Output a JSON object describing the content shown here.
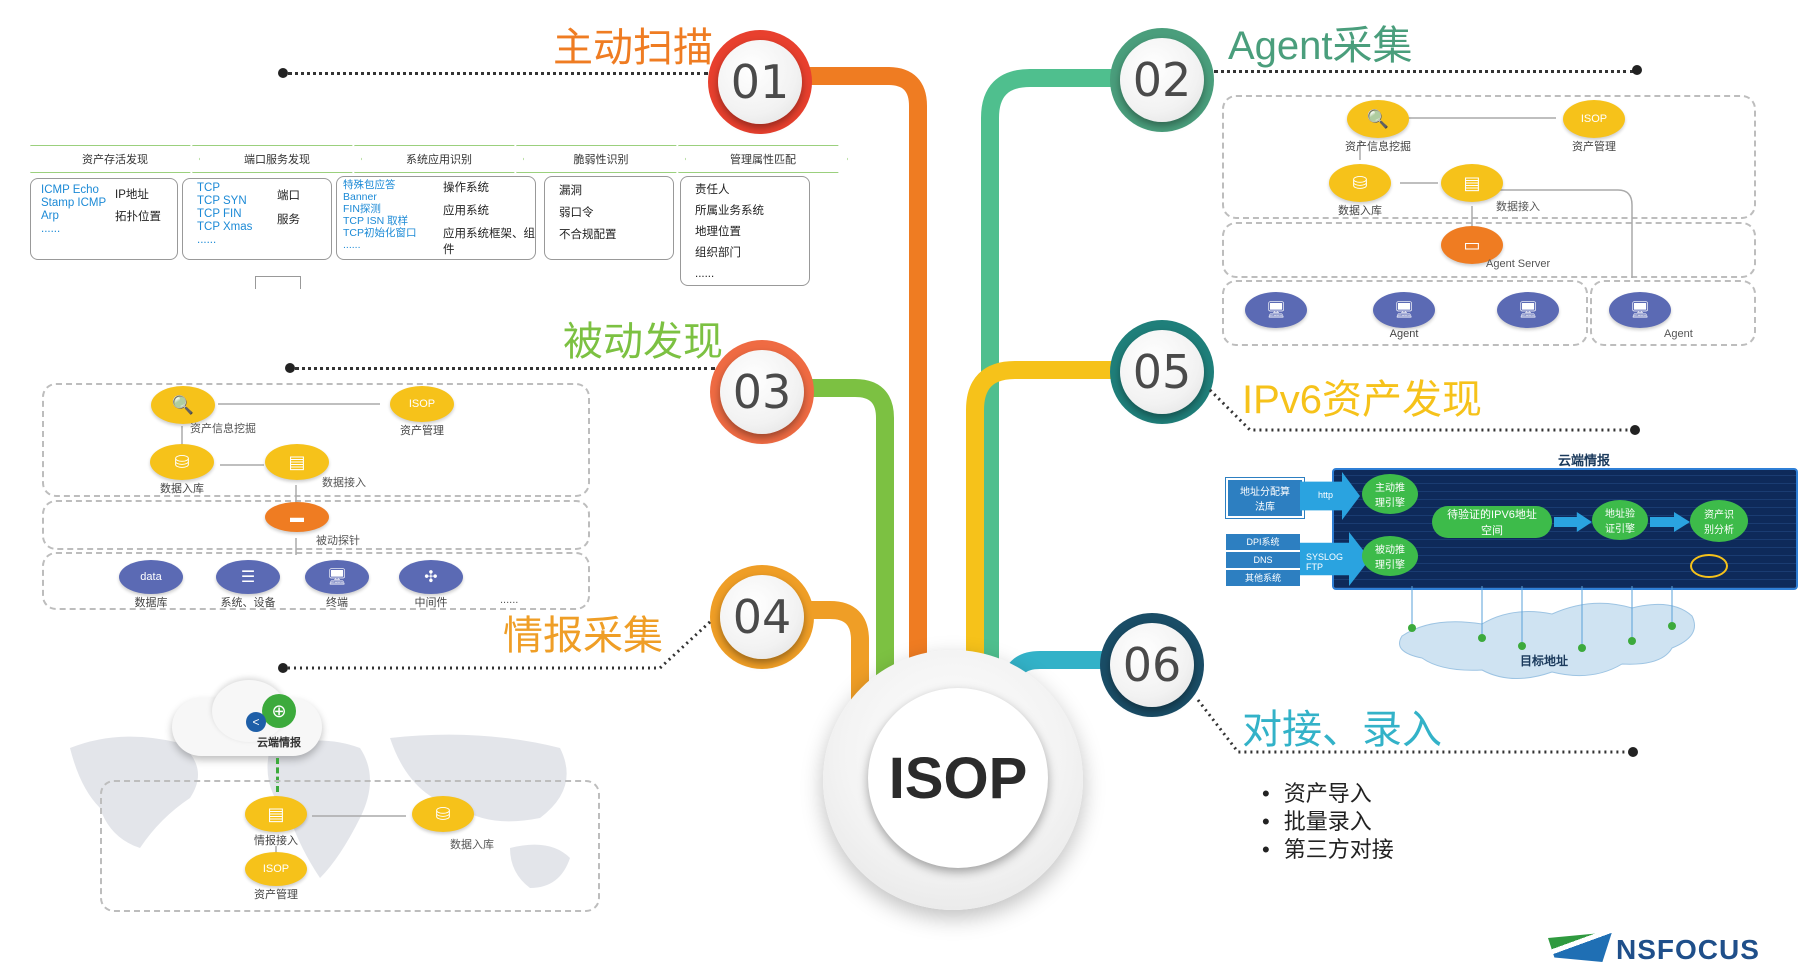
{
  "center": {
    "label": "ISOP"
  },
  "sections": [
    {
      "num": "01",
      "title": "主动扫描",
      "color": "#e8402e",
      "line_color": "#ef7c22"
    },
    {
      "num": "02",
      "title": "Agent采集",
      "color": "#4a9e7c",
      "line_color": "#4fbf8e"
    },
    {
      "num": "03",
      "title": "被动发现",
      "color": "#ef6b43",
      "line_color": "#7cc142"
    },
    {
      "num": "04",
      "title": "情报采集",
      "color": "#ef9e26",
      "line_color": "#ef9e26"
    },
    {
      "num": "05",
      "title": "IPv6资产发现",
      "color": "#1f7f7a",
      "line_color": "#f6c21a"
    },
    {
      "num": "06",
      "title": "对接、录入",
      "color": "#1a4d66",
      "line_color": "#33b2c8"
    }
  ],
  "scan": {
    "steps": [
      "资产存活发现",
      "端口服务发现",
      "系统应用识别",
      "脆弱性识别",
      "管理属性匹配"
    ],
    "cards": [
      {
        "left": [
          "ICMP Echo",
          "Stamp ICMP",
          "Arp",
          "......"
        ],
        "right": [
          "IP地址",
          "拓扑位置"
        ]
      },
      {
        "left": [
          "TCP",
          "TCP SYN",
          "TCP FIN",
          "TCP Xmas",
          "......"
        ],
        "right": [
          "端口",
          "服务"
        ]
      },
      {
        "left": [
          "特殊包应答",
          "Banner",
          "FIN探测",
          "TCP ISN 取样",
          "TCP初始化窗口",
          "......"
        ],
        "right": [
          "操作系统",
          "应用系统",
          "应用系统框架、组件"
        ]
      },
      {
        "right": [
          "漏洞",
          "弱口令",
          "不合规配置"
        ]
      },
      {
        "right": [
          "责任人",
          "所属业务系统",
          "地理位置",
          "组织部门",
          "......"
        ]
      }
    ]
  },
  "agent": {
    "asset_mining": "资产信息挖掘",
    "asset_mgmt": "资产管理",
    "db_in": "数据入库",
    "data_in": "数据接入",
    "server": "Agent Server",
    "agent": "Agent",
    "isop": "ISOP"
  },
  "passive": {
    "asset_mining": "资产信息挖掘",
    "asset_mgmt": "资产管理",
    "db_in": "数据入库",
    "data_in": "数据接入",
    "probe": "被动探针",
    "devices": [
      "数据库",
      "系统、设备",
      "终端",
      "中间件"
    ],
    "more": "......",
    "isop": "ISOP",
    "db_icon_text": "data"
  },
  "intel": {
    "cloud": "云端情报",
    "intel_in": "情报接入",
    "db_in": "数据入库",
    "asset_mgmt": "资产管理",
    "isop": "ISOP"
  },
  "ipv6": {
    "cloud": "云端情报",
    "addr_algo": "地址分配算法库",
    "http": "http",
    "dpi": "DPI系统",
    "dns": "DNS",
    "other": "其他系统",
    "syslog": "SYSLOG FTP",
    "active_engine": "主动推理引擎",
    "passive_engine": "被动推理引擎",
    "pending": "待验证的IPV6地址空间",
    "verify": "地址验证引擎",
    "analysis": "资产识别分析",
    "target": "目标地址"
  },
  "import": {
    "items": [
      "资产导入",
      "批量录入",
      "第三方对接"
    ]
  },
  "brand": {
    "name": "NSFOCUS"
  }
}
